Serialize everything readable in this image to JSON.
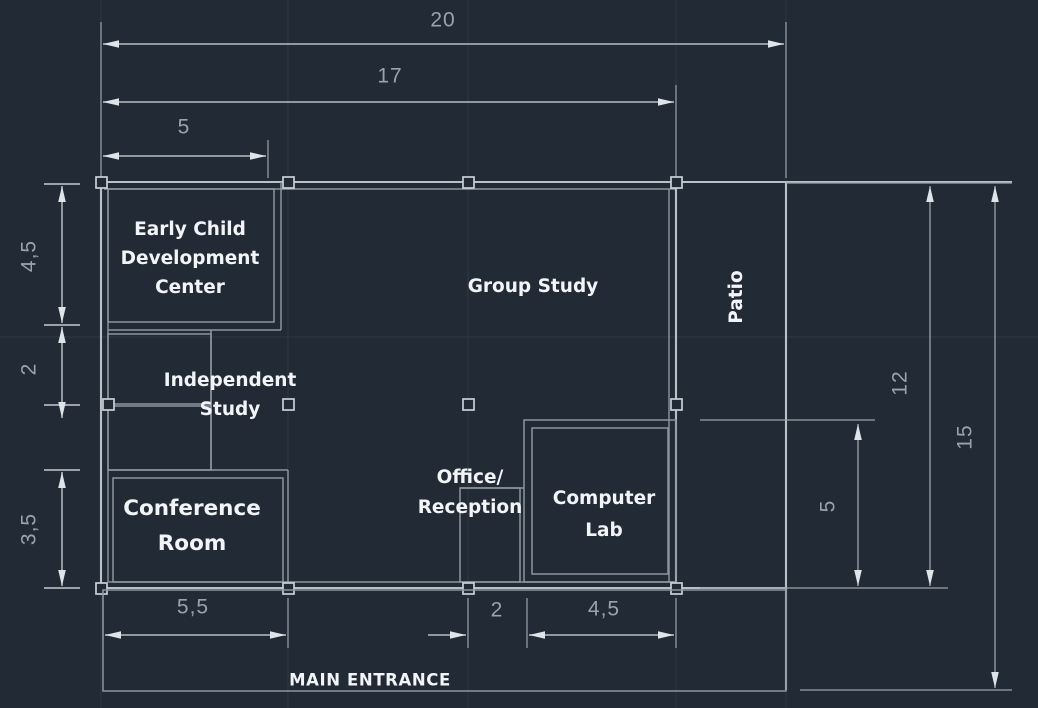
{
  "drawing": {
    "type": "architectural-floor-plan",
    "background_color": "#222a35",
    "wall_color": "#b9c0c8",
    "dimension_color": "#9aa3ad",
    "label_color": "#f2f5f7"
  },
  "rooms": [
    {
      "id": "early-child",
      "label_lines": [
        "Early Child",
        "Development",
        "Center"
      ]
    },
    {
      "id": "independent-study",
      "label_lines": [
        "Independent",
        "Study"
      ]
    },
    {
      "id": "conference-room",
      "label_lines": [
        "Conference",
        "Room"
      ]
    },
    {
      "id": "group-study",
      "label_lines": [
        "Group Study"
      ]
    },
    {
      "id": "office-reception",
      "label_lines": [
        "Office/",
        "Reception"
      ]
    },
    {
      "id": "computer-lab",
      "label_lines": [
        "Computer",
        "Lab"
      ]
    },
    {
      "id": "patio",
      "label_lines": [
        "Patio"
      ]
    }
  ],
  "labels": {
    "early_child_1": "Early Child",
    "early_child_2": "Development",
    "early_child_3": "Center",
    "independent_1": "Independent",
    "independent_2": "Study",
    "conference_1": "Conference",
    "conference_2": "Room",
    "group_study": "Group Study",
    "office_1": "Office/",
    "office_2": "Reception",
    "computer_1": "Computer",
    "computer_2": "Lab",
    "patio": "Patio",
    "main_entrance": "MAIN ENTRANCE"
  },
  "dimensions": {
    "top": [
      {
        "id": "top-20",
        "value": "20"
      },
      {
        "id": "top-17",
        "value": "17"
      },
      {
        "id": "top-5",
        "value": "5"
      }
    ],
    "left": [
      {
        "id": "left-4-5",
        "value": "4,5"
      },
      {
        "id": "left-2",
        "value": "2"
      },
      {
        "id": "left-3-5",
        "value": "3,5"
      }
    ],
    "bottom": [
      {
        "id": "bottom-5-5",
        "value": "5,5"
      },
      {
        "id": "bottom-2",
        "value": "2"
      },
      {
        "id": "bottom-4-5",
        "value": "4,5"
      }
    ],
    "right": [
      {
        "id": "right-5",
        "value": "5"
      },
      {
        "id": "right-12",
        "value": "12"
      },
      {
        "id": "right-15",
        "value": "15"
      }
    ]
  }
}
